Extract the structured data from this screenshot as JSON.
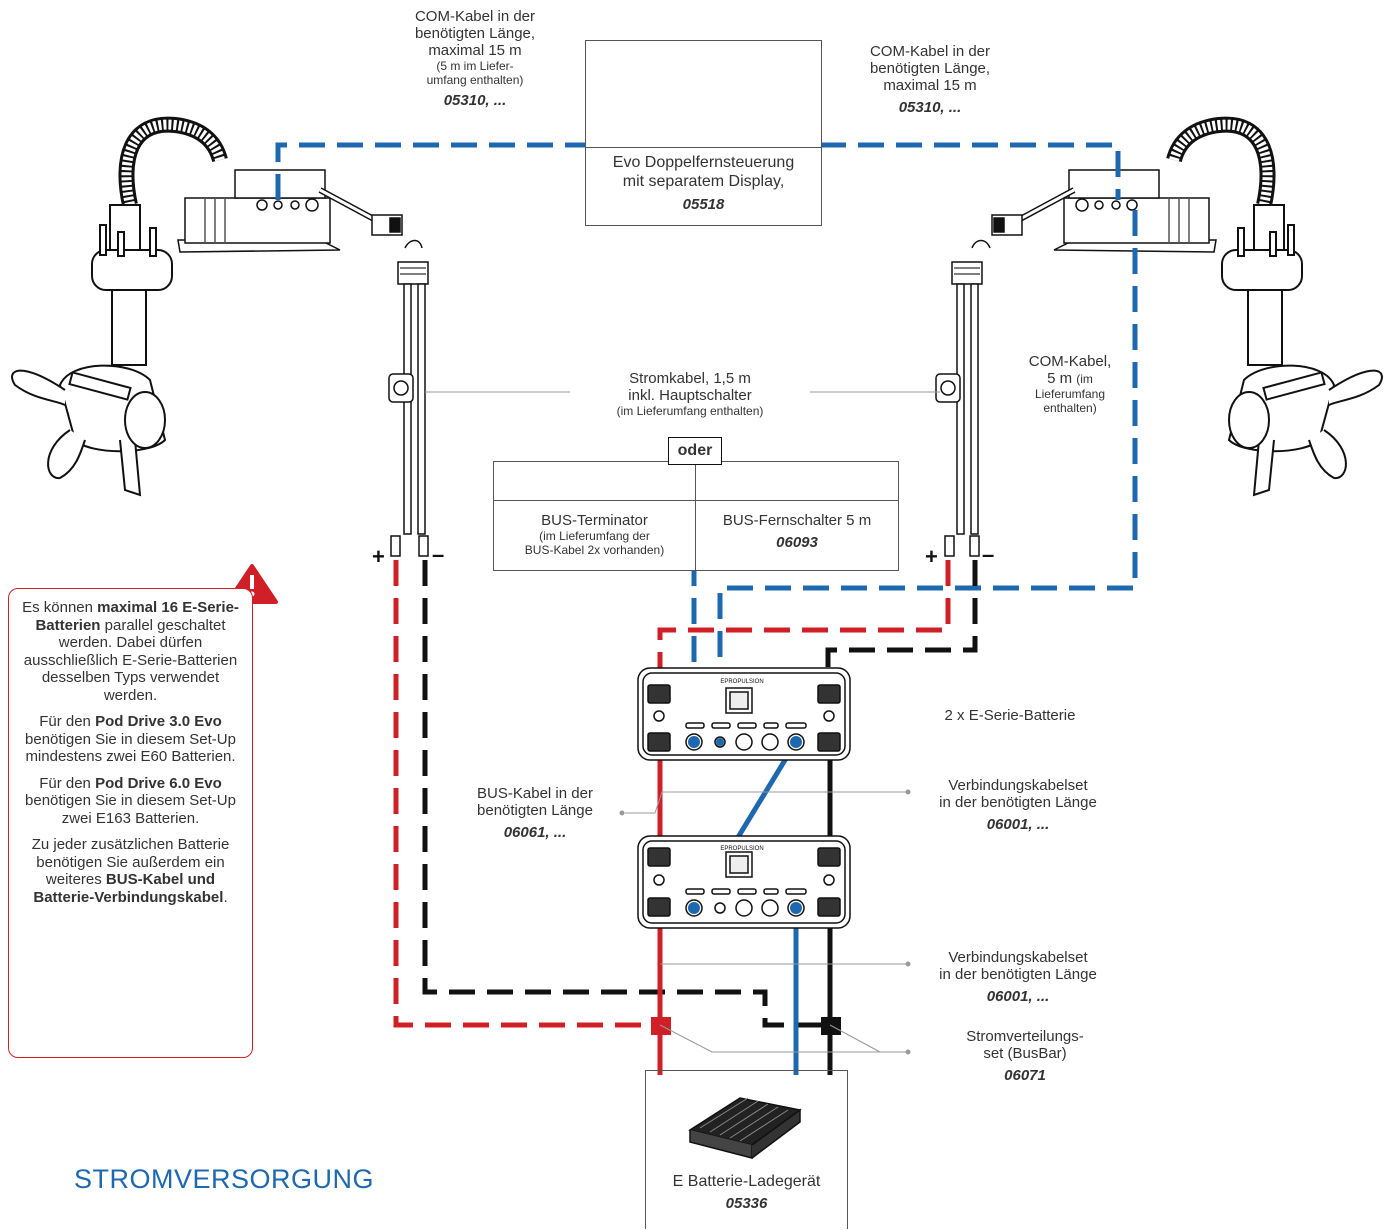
{
  "title": "STROMVERSORGUNG",
  "com_left": {
    "l1": "COM-Kabel in der",
    "l2": "benötigten Länge,",
    "l3": "maximal 15 m",
    "s1": "(5 m im Liefer-",
    "s2": "umfang enthalten)",
    "code": "05310, ..."
  },
  "com_right": {
    "l1": "COM-Kabel in der",
    "l2": "benötigten Länge,",
    "l3": "maximal 15 m",
    "code": "05310, ..."
  },
  "remote": {
    "l1": "Evo Doppelfernsteuerung",
    "l2": "mit separatem Display,",
    "code": "05518"
  },
  "power_cable": {
    "l1": "Stromkabel, 1,5 m",
    "l2": "inkl. Hauptschalter",
    "s1": "(im Lieferumfang enthalten)"
  },
  "com_short": {
    "l1": "COM-Kabel,",
    "l2": "5 m",
    "s1": "(im",
    "s2": "Lieferumfang",
    "s3": "enthalten)"
  },
  "oder": "oder",
  "terminator": {
    "l1": "BUS-Terminator",
    "s1": "(im Lieferumfang der",
    "s2": "BUS-Kabel 2x vorhanden)"
  },
  "fernschalter": {
    "l1": "BUS-Fernschalter 5 m",
    "code": "06093"
  },
  "battery_label": "2 x E-Serie-Batterie",
  "bus_cable": {
    "l1": "BUS-Kabel in der",
    "l2": "benötigten Länge",
    "code": "06061, ..."
  },
  "verbindung1": {
    "l1": "Verbindungskabelset",
    "l2": "in der benötigten Länge",
    "code": "06001, ..."
  },
  "verbindung2": {
    "l1": "Verbindungskabelset",
    "l2": "in der benötigten Länge",
    "code": "06001, ..."
  },
  "busbar": {
    "l1": "Stromverteilungs-",
    "l2": "set (BusBar)",
    "code": "06071"
  },
  "charger": {
    "l1": "E Batterie-Ladegerät",
    "code": "05336"
  },
  "battery_brand": "EPROPULSION",
  "plus": "+",
  "minus": "–",
  "warning": {
    "p1_a": "Es können ",
    "p1_b": "maximal 16 E-Serie-Batterien",
    "p1_c": " parallel geschaltet werden. Dabei dürfen ausschließlich E-Serie-Batterien desselben Typs verwendet werden.",
    "p2_a": "Für den ",
    "p2_b": "Pod Drive 3.0 Evo",
    "p2_c": " benötigen Sie in diesem Set-Up mindestens zwei E60 Batterien.",
    "p3_a": "Für den ",
    "p3_b": "Pod Drive 6.0 Evo",
    "p3_c": " benötigen Sie in diesem Set-Up zwei E163 Batterien.",
    "p4_a": "Zu jeder zusätzlichen Batterie benötigen Sie außerdem ein weiteres ",
    "p4_b": "BUS-Kabel und Batterie-Verbindungskabel",
    "p4_c": "."
  },
  "colors": {
    "com": "#1e68b0",
    "positive": "#d01f26",
    "negative": "#111111",
    "title": "#1e68b0"
  }
}
